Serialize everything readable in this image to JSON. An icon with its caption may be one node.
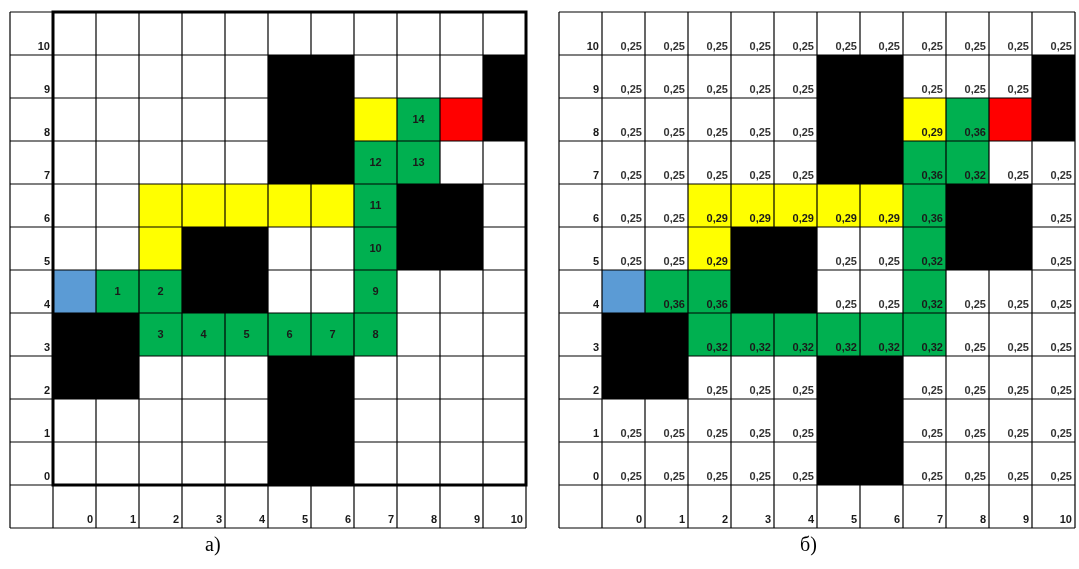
{
  "diagram": {
    "labels": [
      "10",
      "9",
      "8",
      "14",
      "7",
      "12",
      "13",
      "6",
      "11",
      "5",
      "10",
      "4",
      "1",
      "2",
      "9",
      "3",
      "3",
      "4",
      "5",
      "6",
      "7",
      "8",
      "2",
      "1",
      "0",
      "0",
      "1",
      "2",
      "3",
      "4",
      "5",
      "6",
      "7",
      "8",
      "9",
      "10",
      "а)",
      "10",
      "0,25",
      "0,25",
      "0,25",
      "0,25",
      "0,25",
      "0,25",
      "0,25",
      "0,25",
      "0,25",
      "0,25",
      "0,25",
      "9",
      "0,25",
      "0,25",
      "0,25",
      "0,25",
      "0,25",
      "0,25",
      "0,25",
      "0,25",
      "8",
      "0,25",
      "0,25",
      "0,25",
      "0,25",
      "0,25",
      "0,29",
      "0,36",
      "7",
      "0,25",
      "0,25",
      "0,25",
      "0,25",
      "0,25",
      "0,36",
      "0,32",
      "0,25",
      "0,25",
      "6",
      "0,25",
      "0,25",
      "0,29",
      "0,29",
      "0,29",
      "0,29",
      "0,29",
      "0,36",
      "0,25",
      "5",
      "0,25",
      "0,25",
      "0,29",
      "0,25",
      "0,25",
      "0,32",
      "0,25",
      "4",
      "0,36",
      "0,36",
      "0,25",
      "0,25",
      "0,32",
      "0,25",
      "0,25",
      "0,25",
      "3",
      "0,32",
      "0,32",
      "0,32",
      "0,32",
      "0,32",
      "0,32",
      "0,25",
      "0,25",
      "0,25",
      "2",
      "0,25",
      "0,25",
      "0,25",
      "0,25",
      "0,25",
      "0,25",
      "0,25",
      "1",
      "0,25",
      "0,25",
      "0,25",
      "0,25",
      "0,25",
      "0,25",
      "0,25",
      "0,25",
      "0,25",
      "0",
      "0,25",
      "0,25",
      "0,25",
      "0,25",
      "0,25",
      "0,25",
      "0,25",
      "0,25",
      "0,25",
      "0",
      "1",
      "2",
      "3",
      "4",
      "5",
      "6",
      "7",
      "8",
      "9",
      "10",
      "б)"
    ]
  }
}
